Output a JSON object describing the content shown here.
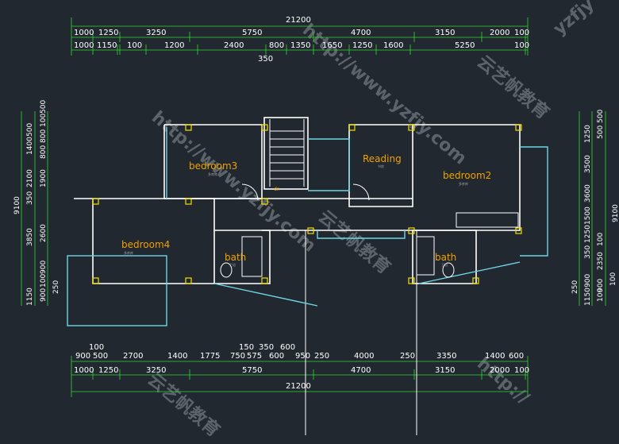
{
  "plan": {
    "overall_top": "21200",
    "overall_bottom": "21200",
    "overall_right": "9100",
    "overall_left": "9100",
    "top_row1": [
      "1000",
      "1250",
      "3250",
      "5750",
      "4700",
      "3150",
      "2000",
      "100"
    ],
    "top_row2": [
      "1000",
      "1150",
      "100",
      "1200",
      "2400",
      "800",
      "1350",
      "1650",
      "1250",
      "1600",
      "5250",
      "100"
    ],
    "top_extra": "350",
    "bottom_row1": [
      "100",
      "900",
      "500",
      "2700",
      "1400",
      "1775",
      "150",
      "350",
      "600",
      "750",
      "575",
      "600",
      "950",
      "250",
      "4000",
      "250",
      "3350",
      "1400",
      "600"
    ],
    "bottom_row2": [
      "1000",
      "1250",
      "3250",
      "5750",
      "4700",
      "3150",
      "2000",
      "100"
    ],
    "left_outer": [
      "1400",
      "2100",
      "350",
      "3850",
      "1150"
    ],
    "left_inner": [
      "500",
      "100",
      "800",
      "800",
      "500",
      "1900",
      "2600",
      "900",
      "100",
      "900",
      "250"
    ],
    "right_outer": [
      "1250",
      "3500",
      "3600",
      "1500",
      "1250",
      "350",
      "2350",
      "250",
      "900",
      "1150"
    ],
    "right_inner": [
      "500",
      "500",
      "100",
      "900",
      "100",
      "100"
    ],
    "rooms": {
      "bedroom3": "bedroom3",
      "bedroom4": "bedroom4",
      "reading": "Reading",
      "bedroom2": "bedroom2",
      "bath_left": "bath",
      "bath_right": "bath"
    },
    "room_subs": {
      "bedroom3": "多库库",
      "bedroom4": "多库库",
      "reading": "书房",
      "bedroom2": "多库库",
      "bath_left": "卫浴",
      "bath_right": "卫浴"
    },
    "stair_label": "dn"
  },
  "watermarks": [
    "云艺帆教育",
    "http://www.yzfjy.com",
    "http://www.yzfjy.com",
    "云艺帆教育",
    "云艺帆教育",
    "yzfjy",
    "http://"
  ],
  "colors": {
    "background": "#212830",
    "dimension_line": "#33d633",
    "room_label": "#f0a000",
    "column": "#f2e000",
    "glass": "#6fd6e6"
  }
}
